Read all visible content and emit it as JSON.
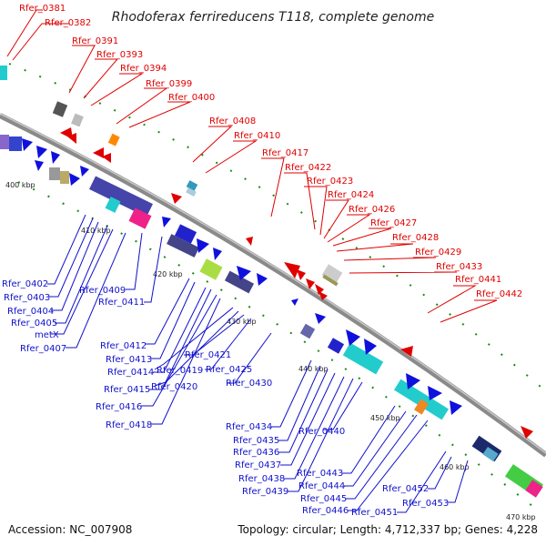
{
  "title": "Rhodoferax ferrireducens T118, complete genome",
  "footer": {
    "accession": "Accession: NC_007908",
    "summary": "Topology: circular; Length: 4,712,337 bp; Genes: 4,228"
  },
  "scale_marks": [
    "400 kbp",
    "410 kbp",
    "420 kbp",
    "430 kbp",
    "440 kbp",
    "450 kbp",
    "460 kbp",
    "470 kbp"
  ],
  "colors": {
    "forward_label": "#e00000",
    "reverse_label": "#1010cc",
    "backbone": "#8a8a8a",
    "tick": "#1a8a1a"
  },
  "forward_labels": [
    "Rfer_0381",
    "Rfer_0382",
    "Rfer_0391",
    "Rfer_0393",
    "Rfer_0394",
    "Rfer_0399",
    "Rfer_0400",
    "Rfer_0408",
    "Rfer_0410",
    "Rfer_0417",
    "Rfer_0422",
    "Rfer_0423",
    "Rfer_0424",
    "Rfer_0426",
    "Rfer_0427",
    "Rfer_0428",
    "Rfer_0429",
    "Rfer_0433",
    "Rfer_0441",
    "Rfer_0442"
  ],
  "reverse_labels": [
    "Rfer_0402",
    "Rfer_0403",
    "Rfer_0404",
    "Rfer_0405",
    "metX",
    "Rfer_0407",
    "Rfer_0409",
    "Rfer_0411",
    "Rfer_0412",
    "Rfer_0413",
    "Rfer_0414",
    "Rfer_0415",
    "Rfer_0416",
    "Rfer_0418",
    "Rfer_0419",
    "Rfer_0420",
    "Rfer_0421",
    "Rfer_0425",
    "Rfer_0430",
    "Rfer_0434",
    "Rfer_0435",
    "Rfer_0436",
    "Rfer_0437",
    "Rfer_0438",
    "Rfer_0439",
    "Rfer_0440",
    "Rfer_0443",
    "Rfer_0444",
    "Rfer_0445",
    "Rfer_0446",
    "Rfer_0451",
    "Rfer_0452",
    "Rfer_0453"
  ]
}
